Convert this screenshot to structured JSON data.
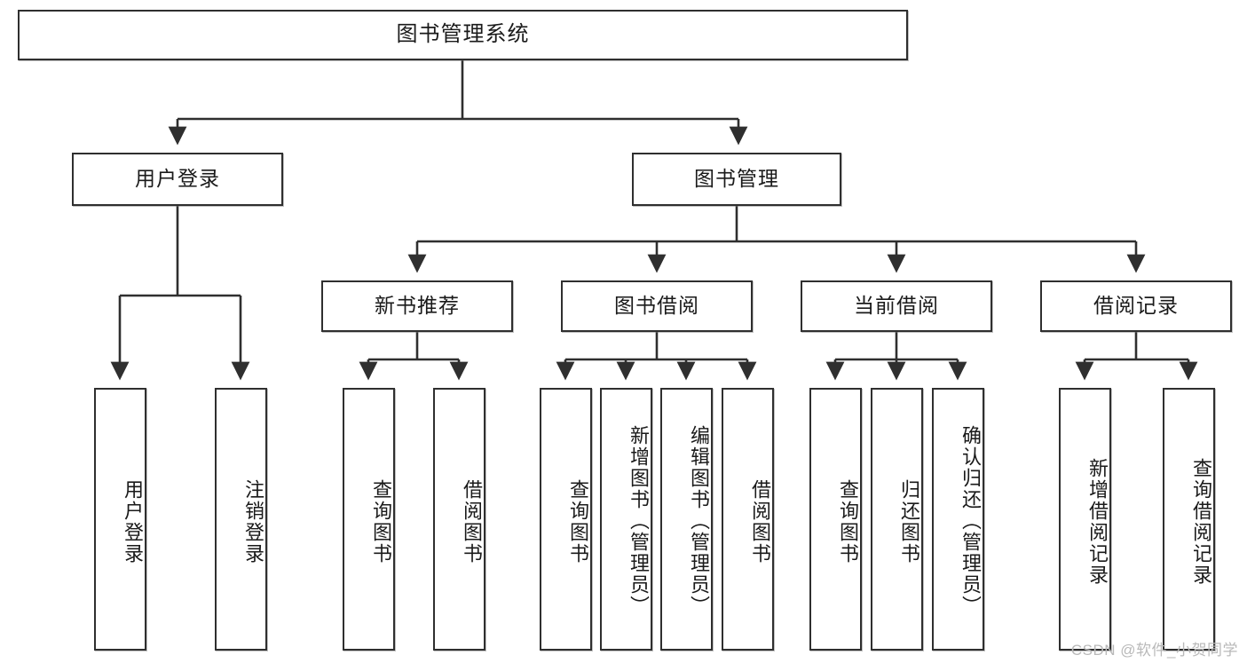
{
  "diagram": {
    "title": "图书管理系统",
    "stroke_color": "#2f2f2f",
    "background_color": "#ffffff",
    "text_color": "#1a1a1a"
  },
  "nodes": {
    "root": {
      "label": "图书管理系统"
    },
    "level2": [
      {
        "label": "用户登录"
      },
      {
        "label": "图书管理"
      }
    ],
    "level3": [
      {
        "label": "新书推荐"
      },
      {
        "label": "图书借阅"
      },
      {
        "label": "当前借阅"
      },
      {
        "label": "借阅记录"
      }
    ],
    "leaves_user_login": [
      {
        "label": "用户登录"
      },
      {
        "label": "注销登录"
      }
    ],
    "leaves_new_book": [
      {
        "label": "查询图书"
      },
      {
        "label": "借阅图书"
      }
    ],
    "leaves_borrow": [
      {
        "label": "查询图书"
      },
      {
        "label": "新增图书（管理员）"
      },
      {
        "label": "编辑图书（管理员）"
      },
      {
        "label": "借阅图书"
      }
    ],
    "leaves_current": [
      {
        "label": "查询图书"
      },
      {
        "label": "归还图书"
      },
      {
        "label": "确认归还（管理员）"
      }
    ],
    "leaves_records": [
      {
        "label": "新增借阅记录"
      },
      {
        "label": "查询借阅记录"
      }
    ]
  },
  "watermark": {
    "text": "CSDN @软件_小贺同学"
  }
}
